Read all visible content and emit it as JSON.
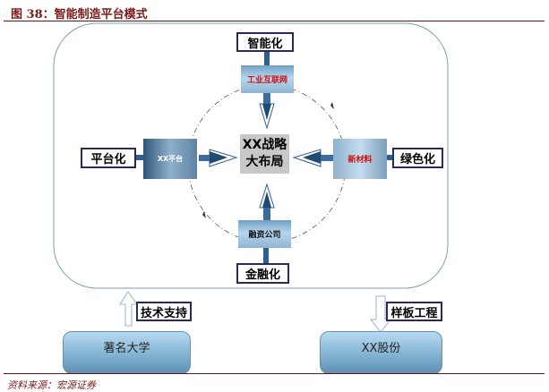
{
  "title": "图 38：智能制造平台模式",
  "center": {
    "line1": "XX战略",
    "line2": "大布局"
  },
  "top": {
    "label": "智能化",
    "node": "工业互联网"
  },
  "left": {
    "label": "平台化",
    "node": "XX平台"
  },
  "right": {
    "label": "绿色化",
    "node": "新材料"
  },
  "bottom": {
    "label": "金融化",
    "node": "融资公司"
  },
  "support": {
    "left_label": "技术支持",
    "left_base": "著名大学",
    "right_label": "样板工程",
    "right_base": "XX股份"
  },
  "source": "资料来源：宏源证券",
  "colors": {
    "title": "#7a1a1a",
    "node_red_text": "#d01010",
    "connector": "#2f5f8f"
  }
}
